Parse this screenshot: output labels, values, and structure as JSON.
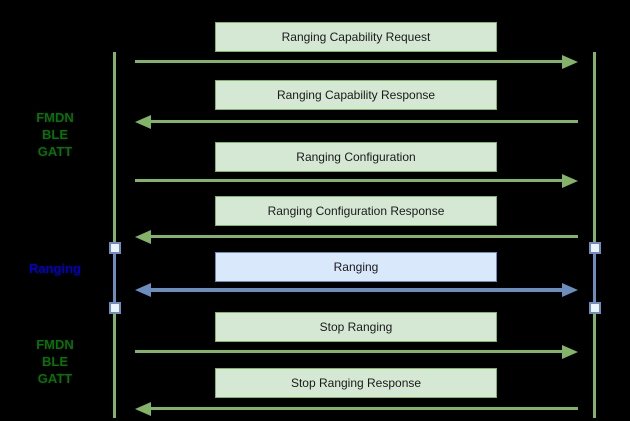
{
  "section_labels": [
    {
      "id": "fmdn-ble-gatt-top",
      "lines": [
        "FMDN",
        "BLE",
        "GATT"
      ],
      "color": "#007700"
    },
    {
      "id": "ranging",
      "lines": [
        "Ranging"
      ],
      "color": "#0000cc"
    },
    {
      "id": "fmdn-ble-gatt-bottom",
      "lines": [
        "FMDN",
        "BLE",
        "GATT"
      ],
      "color": "#007700"
    }
  ],
  "messages": [
    {
      "label": "Ranging Capability Request",
      "direction": "right",
      "theme": "green"
    },
    {
      "label": "Ranging Capability Response",
      "direction": "left",
      "theme": "green"
    },
    {
      "label": "Ranging Configuration",
      "direction": "right",
      "theme": "green"
    },
    {
      "label": "Ranging Configuration Response",
      "direction": "left",
      "theme": "green"
    },
    {
      "label": "Ranging",
      "direction": "both",
      "theme": "blue"
    },
    {
      "label": "Stop Ranging",
      "direction": "right",
      "theme": "green"
    },
    {
      "label": "Stop Ranging Response",
      "direction": "left",
      "theme": "green"
    }
  ],
  "colors": {
    "background": "#000000",
    "green_box_fill": "#d5e8d4",
    "green_stroke": "#82b366",
    "blue_box_fill": "#dae8fc",
    "blue_stroke": "#6c8ebf",
    "label_green": "#007700",
    "label_blue": "#0000cc",
    "activation_marker_fill": "#eef4fd"
  }
}
